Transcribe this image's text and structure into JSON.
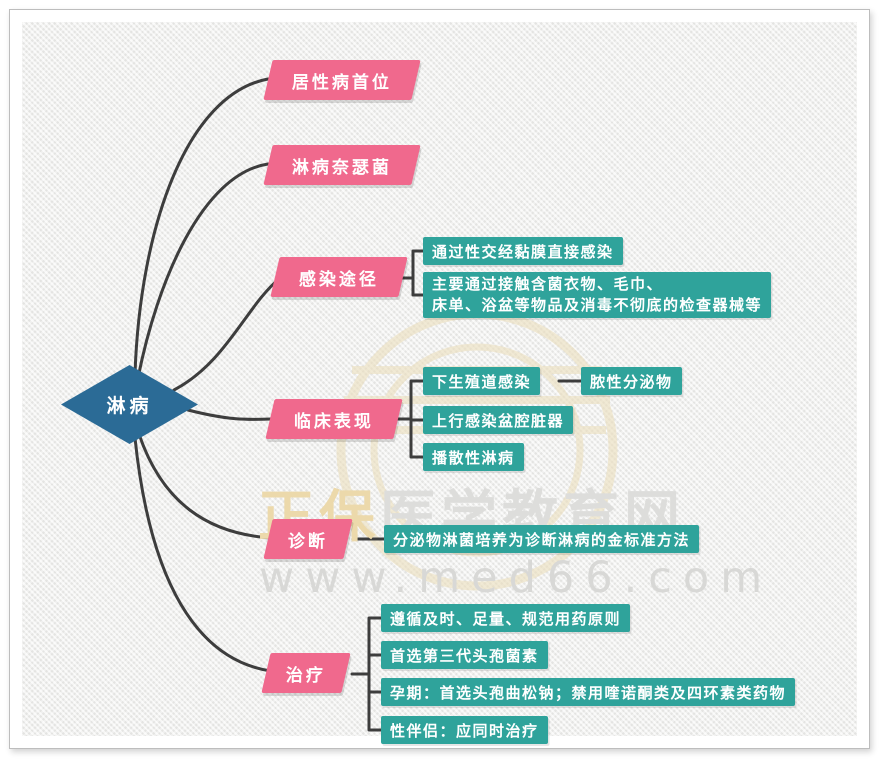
{
  "watermark": {
    "brand_highlight": "正保",
    "brand_rest": "医学教育网",
    "url": "www.med66.com"
  },
  "colors": {
    "root_fill": "#2b6b96",
    "branch_fill": "#f0698d",
    "leaf_fill": "#2fa39b",
    "connector": "#3d3d3d",
    "watermark_beige": "#ecd9ab",
    "watermark_gray": "#dddddb"
  },
  "mindmap": {
    "root": {
      "label": "淋病"
    },
    "branches": [
      {
        "label": "居性病首位"
      },
      {
        "label": "淋病奈瑟菌"
      },
      {
        "label": "感染途径",
        "children": [
          {
            "label": "通过性交经黏膜直接感染"
          },
          {
            "line1": "主要通过接触含菌衣物、毛巾、",
            "line2": "床单、浴盆等物品及消毒不彻底的检查器械等"
          }
        ]
      },
      {
        "label": "临床表现",
        "children": [
          {
            "label": "下生殖道感染",
            "children": [
              {
                "label": "脓性分泌物"
              }
            ]
          },
          {
            "label": "上行感染盆腔脏器"
          },
          {
            "label": "播散性淋病"
          }
        ]
      },
      {
        "label": "诊断",
        "children": [
          {
            "label": "分泌物淋菌培养为诊断淋病的金标准方法"
          }
        ]
      },
      {
        "label": "治疗",
        "children": [
          {
            "label": "遵循及时、足量、规范用药原则"
          },
          {
            "label": "首选第三代头孢菌素"
          },
          {
            "label": "孕期：首选头孢曲松钠；禁用喹诺酮类及四环素类药物"
          },
          {
            "label": "性伴侣：应同时治疗"
          }
        ]
      }
    ]
  }
}
